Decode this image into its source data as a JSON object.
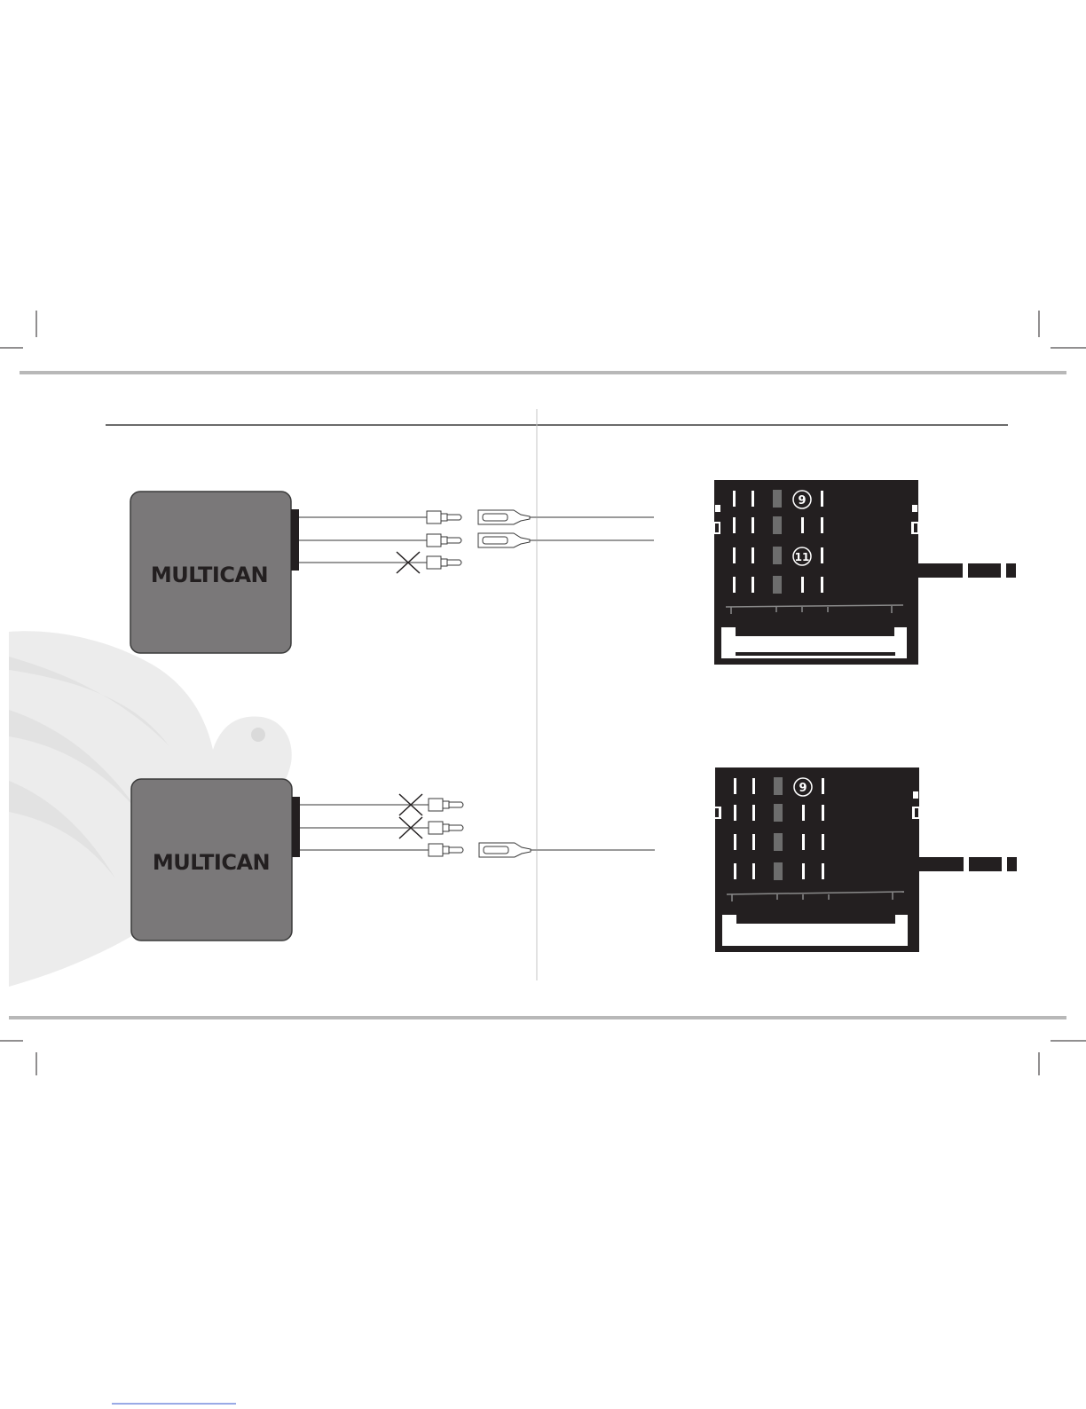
{
  "module_top": {
    "label": "MULTICAN"
  },
  "module_bottom": {
    "label": "MULTICAN"
  },
  "connector_top": {
    "pins": [
      "9",
      "11"
    ]
  },
  "connector_bottom": {
    "pins": [
      "9"
    ]
  },
  "colors": {
    "module_fill": "#7a7879",
    "module_stroke": "#3a3a3a",
    "connector_fill": "#231f20",
    "wire": "#9a9a9a",
    "rule": "#b8b8b8",
    "watermark": "#ececec",
    "pin_gray": "#6d6d6d"
  }
}
